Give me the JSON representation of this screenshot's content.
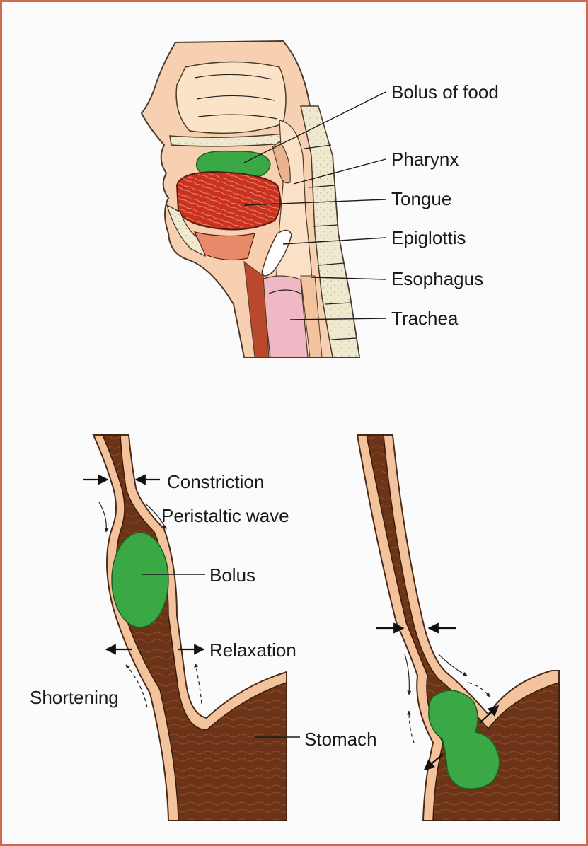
{
  "figure": {
    "top_panel": {
      "labels": {
        "bolus_of_food": "Bolus of food",
        "pharynx": "Pharynx",
        "tongue": "Tongue",
        "epiglottis": "Epiglottis",
        "esophagus": "Esophagus",
        "trachea": "Trachea"
      }
    },
    "bottom_left_panel": {
      "labels": {
        "constriction": "Constriction",
        "peristaltic_wave": "Peristaltic wave",
        "bolus": "Bolus",
        "relaxation": "Relaxation",
        "shortening": "Shortening",
        "stomach": "Stomach"
      }
    },
    "colors": {
      "frame_border": "#d0694f",
      "bolus_green": "#3aa945",
      "tongue_red": "#c8321e",
      "esophagus_brown": "#6b3418",
      "wall_peach": "#f2c39c",
      "trachea_pink": "#f0b8c4"
    }
  }
}
